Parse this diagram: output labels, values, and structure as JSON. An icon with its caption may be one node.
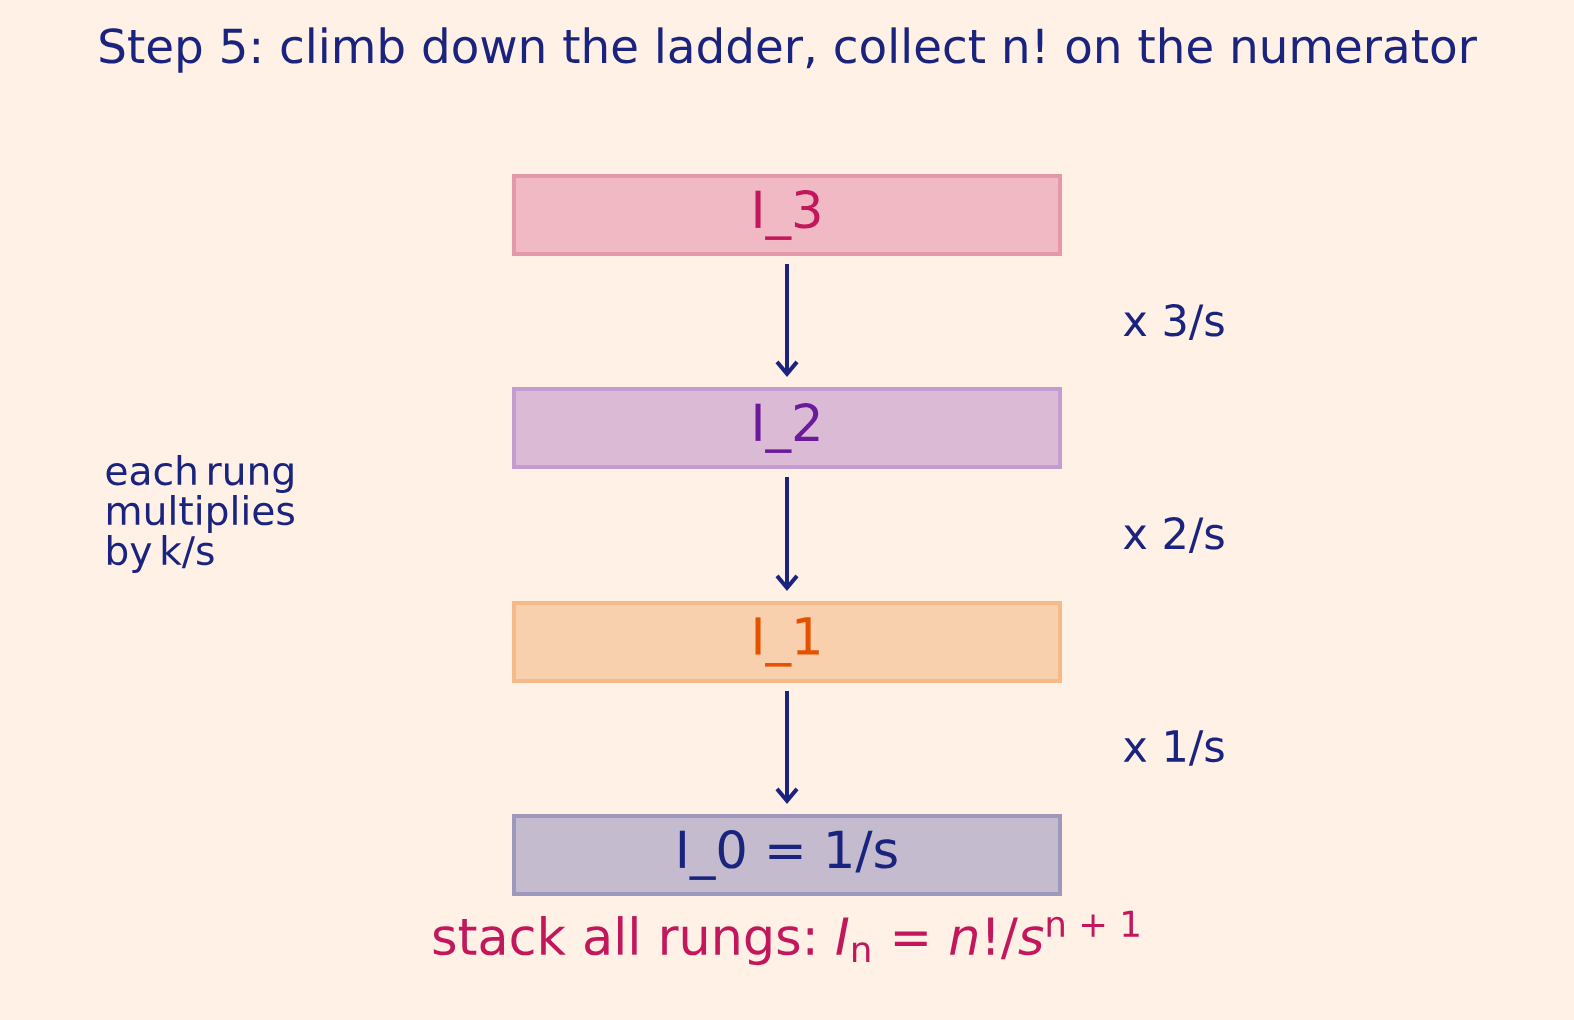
{
  "diagram": {
    "title": "Step 5: climb down the ladder, collect n! on the numerator",
    "caption": "stack all rungs: *I*$_{n}$ = *n*!/*s*$^{n + 1}$",
    "nodes": [
      {
        "text": [
          "I_3"
        ]
      },
      {
        "text": [
          "I_2"
        ]
      },
      {
        "text": [
          "I_1"
        ]
      },
      {
        "text": [
          "I_0 = 1/s"
        ]
      }
    ],
    "edges": [
      {
        "from": 0,
        "to": 1,
        "arrow": "to"
      },
      {
        "from": 1,
        "to": 2,
        "arrow": "to"
      },
      {
        "from": 2,
        "to": 3,
        "arrow": "to"
      }
    ],
    "labels": [
      "x 3/s",
      "each rung multiplies by k/s",
      "x 2/s",
      "x 1/s"
    ]
  }
}
